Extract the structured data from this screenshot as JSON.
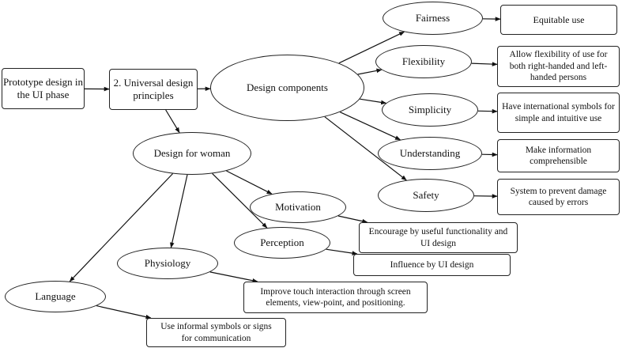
{
  "nodes": {
    "prototype": "Prototype design in the UI phase",
    "universal": "2. Universal design principles",
    "design_components": "Design components",
    "design_for_woman": "Design for woman",
    "fairness": "Fairness",
    "flexibility": "Flexibility",
    "simplicity": "Simplicity",
    "understanding": "Understanding",
    "safety": "Safety",
    "equitable": "Equitable use",
    "flex_desc": "Allow flexibility of use for both right-handed and left-handed persons",
    "simp_desc": "Have international symbols for simple and intuitive use",
    "under_desc": "Make information comprehensible",
    "safety_desc": "System to prevent damage caused by errors",
    "motivation": "Motivation",
    "perception": "Perception",
    "physiology": "Physiology",
    "language": "Language",
    "motivation_desc": "Encourage by useful functionality and UI design",
    "perception_desc": "Influence by UI design",
    "physiology_desc": "Improve touch interaction through screen elements, view-point, and positioning.",
    "language_desc": "Use informal symbols or signs for communication"
  },
  "edges": [
    [
      "prototype",
      "universal"
    ],
    [
      "universal",
      "design_components"
    ],
    [
      "universal",
      "design_for_woman"
    ],
    [
      "design_components",
      "fairness"
    ],
    [
      "design_components",
      "flexibility"
    ],
    [
      "design_components",
      "simplicity"
    ],
    [
      "design_components",
      "understanding"
    ],
    [
      "design_components",
      "safety"
    ],
    [
      "fairness",
      "equitable"
    ],
    [
      "flexibility",
      "flex_desc"
    ],
    [
      "simplicity",
      "simp_desc"
    ],
    [
      "understanding",
      "under_desc"
    ],
    [
      "safety",
      "safety_desc"
    ],
    [
      "design_for_woman",
      "motivation"
    ],
    [
      "design_for_woman",
      "perception"
    ],
    [
      "design_for_woman",
      "physiology"
    ],
    [
      "design_for_woman",
      "language"
    ],
    [
      "motivation",
      "motivation_desc"
    ],
    [
      "perception",
      "perception_desc"
    ],
    [
      "physiology",
      "physiology_desc"
    ],
    [
      "language",
      "language_desc"
    ]
  ]
}
